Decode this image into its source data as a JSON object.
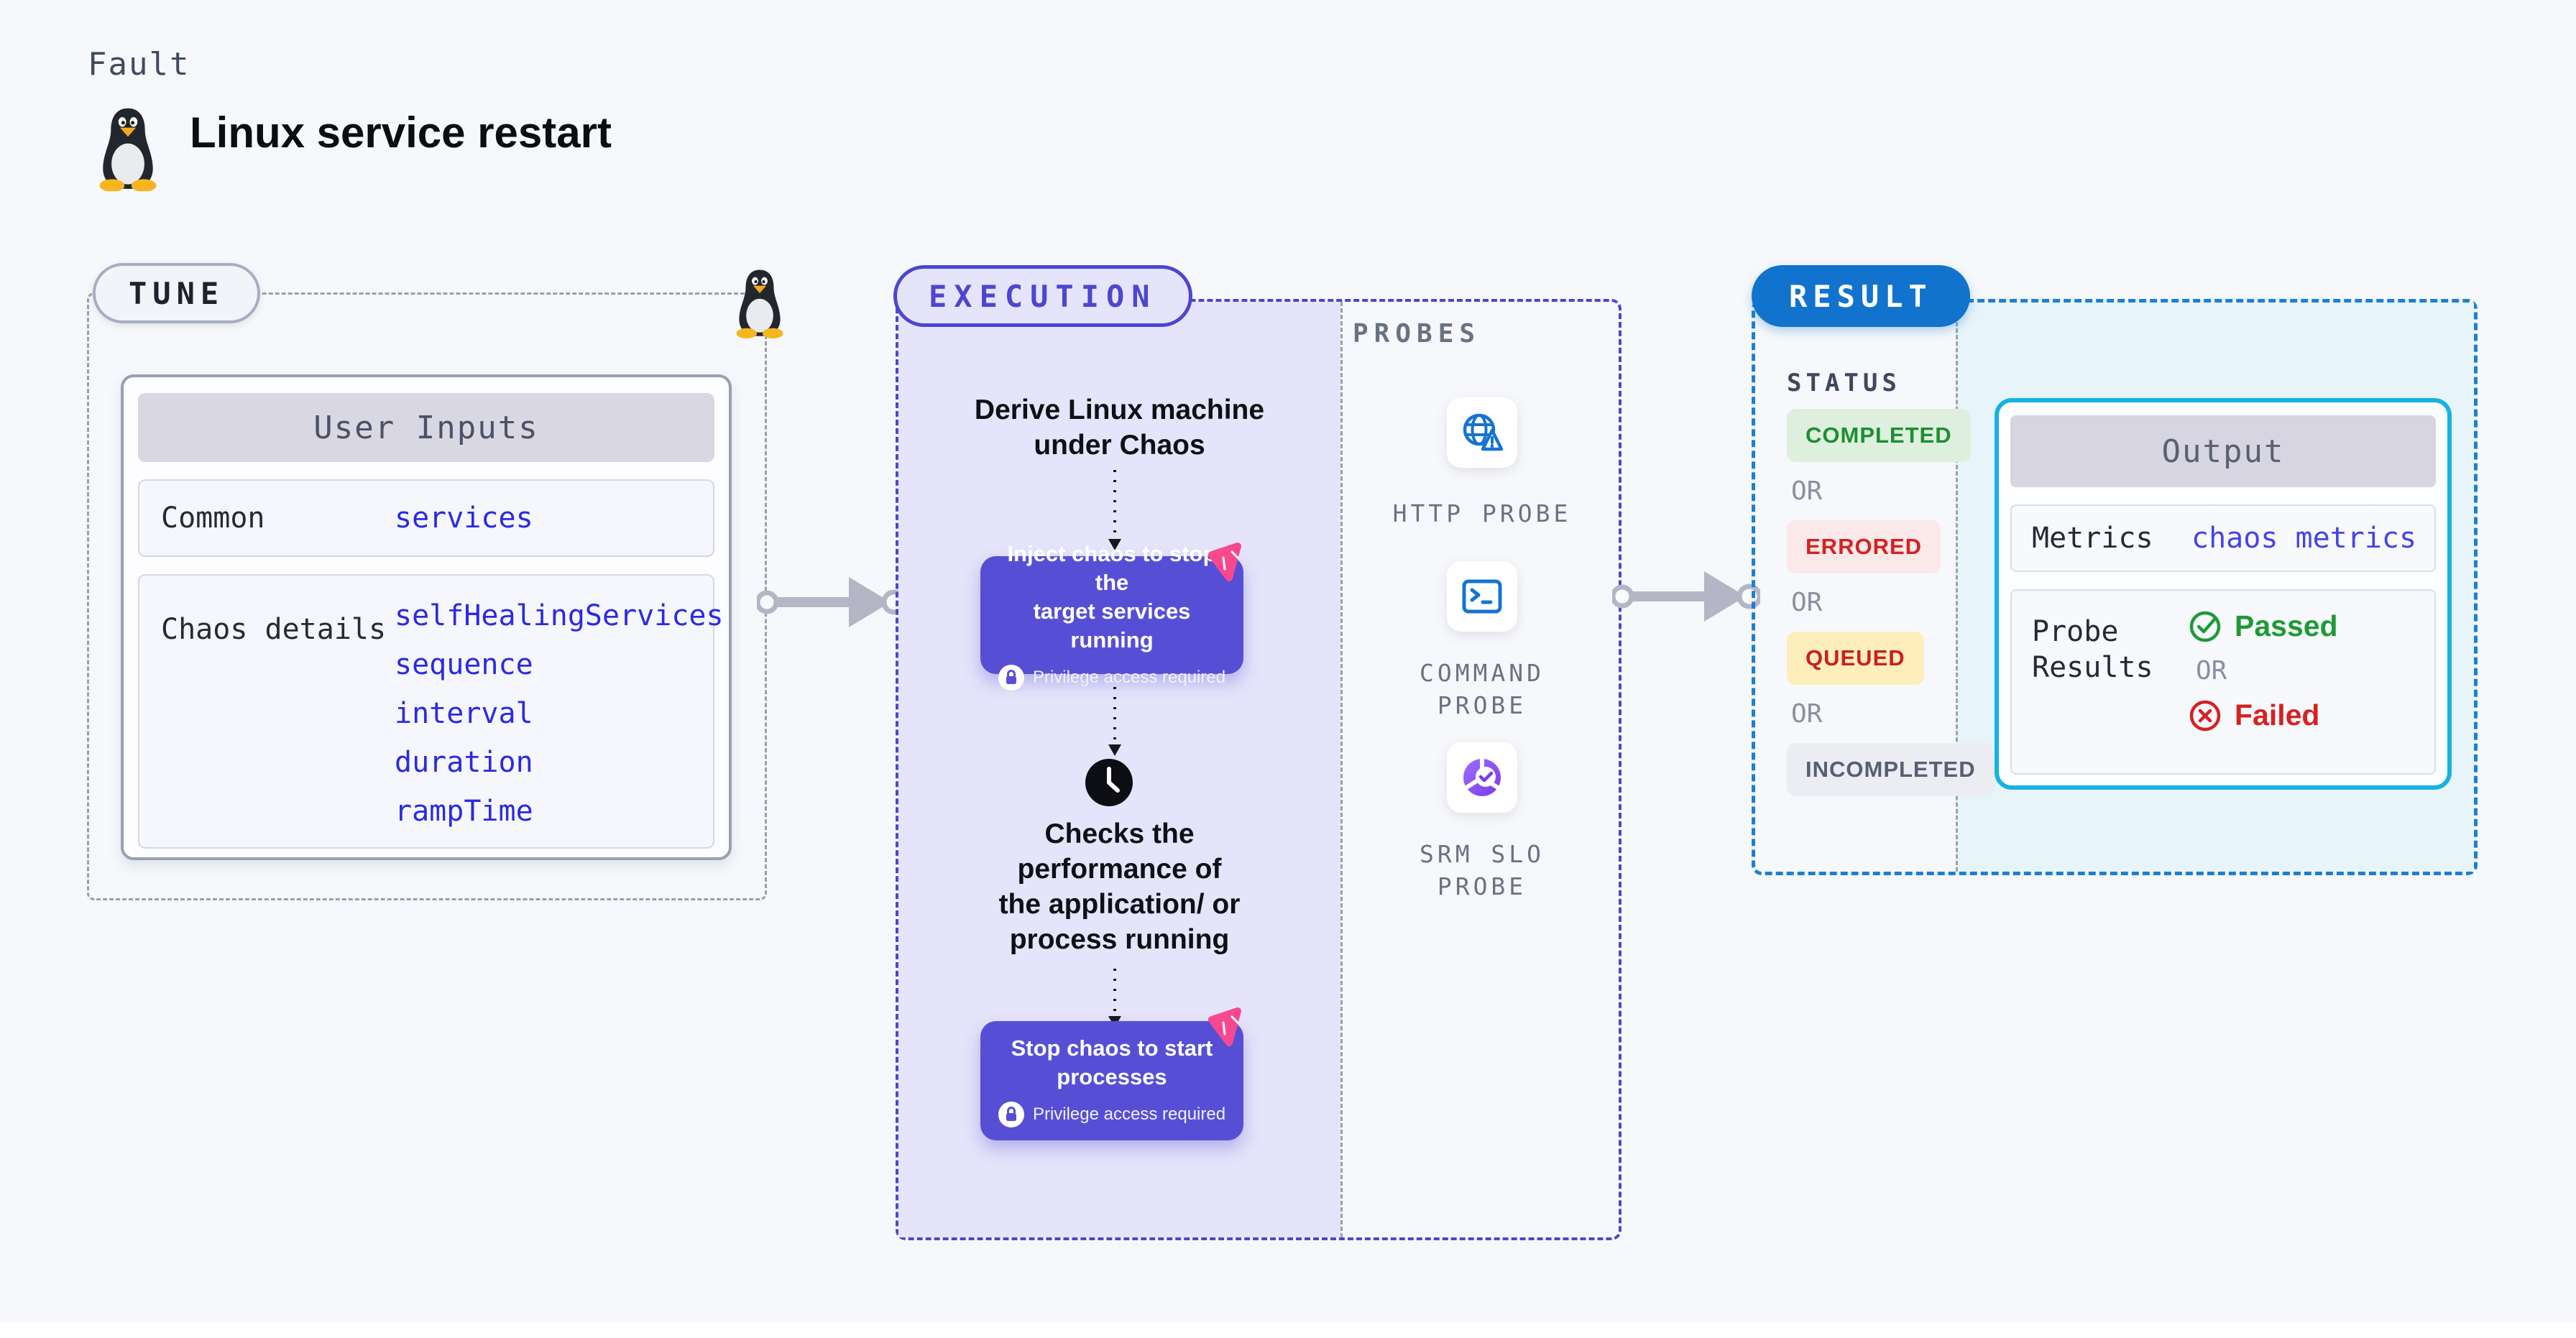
{
  "header": {
    "category": "Fault",
    "title": "Linux service restart"
  },
  "tune": {
    "badge": "TUNE",
    "table": {
      "header": "User Inputs",
      "rows": [
        {
          "label": "Common",
          "values": [
            "services"
          ]
        },
        {
          "label": "Chaos details",
          "values": [
            "selfHealingServices",
            "sequence",
            "interval",
            "duration",
            "rampTime"
          ]
        }
      ]
    }
  },
  "execution": {
    "badge": "EXECUTION",
    "step1_lines": [
      "Derive Linux machine",
      "under Chaos"
    ],
    "inject_button_lines": [
      "Inject chaos to stop the",
      "target services running"
    ],
    "checks_lines": [
      "Checks the",
      "performance of",
      "the application/ or",
      "process running"
    ],
    "stop_button_lines": [
      "Stop chaos to start",
      "processes"
    ],
    "privilege_note": "Privilege access required"
  },
  "probes": {
    "label": "PROBES",
    "items": [
      {
        "icon": "globe-alert-icon",
        "label_lines": [
          "HTTP PROBE"
        ]
      },
      {
        "icon": "terminal-icon",
        "label_lines": [
          "COMMAND",
          "PROBE"
        ]
      },
      {
        "icon": "pie-check-icon",
        "label_lines": [
          "SRM SLO",
          "PROBE"
        ]
      }
    ]
  },
  "result": {
    "badge": "RESULT",
    "status_label": "STATUS",
    "or_label": "OR",
    "statuses": [
      "COMPLETED",
      "ERRORED",
      "QUEUED",
      "INCOMPLETED"
    ],
    "output": {
      "header": "Output",
      "metrics_label": "Metrics",
      "metrics_value": "chaos metrics",
      "probe_results_label": "Probe Results",
      "passed_label": "Passed",
      "failed_label": "Failed"
    }
  },
  "colors": {
    "purple_accent": "#564fd6",
    "execution_border": "#4c46d0",
    "execution_bg": "#e6e4fa",
    "result_blue": "#1173cd",
    "result_border": "#1b80d5",
    "output_cyan_border": "#16b2e2",
    "output_bg": "#e7f5fa",
    "pink_chaos": "#f8498e",
    "green_status": "#1d8e33",
    "red_status": "#d32322",
    "queued_bg": "#fdeebb",
    "value_blue": "#2a2ae2",
    "arrow_gray": "#b4b6c6",
    "probe_icon_blue": "#1574d2"
  }
}
